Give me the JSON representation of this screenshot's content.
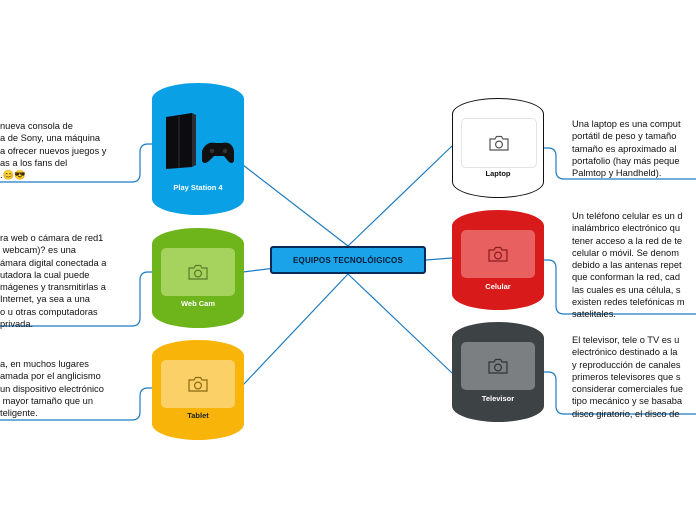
{
  "center": {
    "label": "EQUIPOS TECNOLÓIGICOS"
  },
  "nodes": [
    {
      "id": "playstation",
      "label": "Play Station 4",
      "color": "#0aa0e6",
      "text_color": "#ffffff",
      "image": "playstation-console"
    },
    {
      "id": "webcam",
      "label": "Web Cam",
      "color": "#6db51b",
      "text_color": "#ffffff",
      "image": "camera-icon"
    },
    {
      "id": "tablet",
      "label": "Tablet",
      "color": "#f9b40a",
      "text_color": "#222222",
      "image": "camera-icon"
    },
    {
      "id": "laptop",
      "label": "Laptop",
      "color": "#ffffff",
      "text_color": "#111111",
      "image": "camera-icon"
    },
    {
      "id": "celular",
      "label": "Celular",
      "color": "#d91a1a",
      "text_color": "#ffffff",
      "image": "camera-icon"
    },
    {
      "id": "televisor",
      "label": "Televisor",
      "color": "#3d4245",
      "text_color": "#ffffff",
      "image": "camera-icon"
    }
  ],
  "notes": {
    "playstation": "nueva consola de\na de Sony, una máquina\na ofrecer nuevos juegos y\nas a los fans del\n.😊😎",
    "webcam": "ra web o cámara de red1\n webcam)? es una\námara digital conectada a\nutadora la cual puede\nmágenes y transmitirlas a\nInternet, ya sea a una\no u otras computadoras\nprivada.",
    "tablet": "a, en muchos lugares\namada por el anglicismo\nun dispositivo electrónico\n mayor tamaño que un\nteligente.",
    "laptop": "Una laptop es una comput\nportátil de peso y tamaño\ntamaño es aproximado al\nportafolio (hay más peque\nPalmtop y Handheld).",
    "celular": "Un teléfono celular es un d\ninalámbrico electrónico qu\ntener acceso a la red de te\ncelular o móvil. Se denom\ndebido a las antenas repet\nque conforman la red, cad\nlas cuales es una célula, s\nexisten redes telefónicas m\nsatelitales.",
    "televisor": "El televisor, tele o TV es u\nelectrónico destinado a la\ny reproducción de canales\nprimeros televisores que s\nconsiderar comerciales fue\ntipo mecánico y se basaba\ndisco giratorio, el disco de"
  },
  "colors": {
    "line": "#1e7bc0",
    "center_fill": "#1aa3e8",
    "center_border": "#0a2a55"
  }
}
